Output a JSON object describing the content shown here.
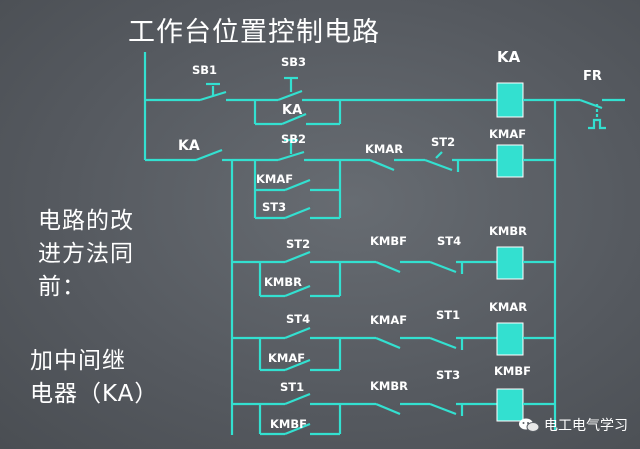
{
  "title": "工作台位置控制电路",
  "notes": {
    "line1": "电路的改",
    "line2": "进方法同",
    "line3": "前：",
    "line4": "加中间继",
    "line5": "电器（KA）"
  },
  "labels": {
    "sb1": "SB1",
    "sb3": "SB3",
    "ka_coil": "KA",
    "fr": "FR",
    "ka_hold": "KA",
    "ka_contact": "KA",
    "sb2": "SB2",
    "kmar_1": "KMAR",
    "st2_1": "ST2",
    "kmaf_coil": "KMAF",
    "kmaf_hold": "KMAF",
    "st3_1": "ST3",
    "st2_2": "ST2",
    "kmbf_1": "KMBF",
    "st4_1": "ST4",
    "kmbr_coil": "KMBR",
    "kmbr_hold": "KMBR",
    "st4_2": "ST4",
    "kmaf_1": "KMAF",
    "st1_1": "ST1",
    "kmar_coil": "KMAR",
    "kmaf_hold2": "KMAF",
    "st1_2": "ST1",
    "kmbr_1": "KMBR",
    "st3_2": "ST3",
    "kmbf_coil": "KMBF",
    "kmbf_hold": "KMBF"
  },
  "watermark": "电工电气学习",
  "colors": {
    "wire": "#33e0d0",
    "coil": "#33e0d0",
    "text": "#ffffff",
    "background": "#5a5f65"
  }
}
